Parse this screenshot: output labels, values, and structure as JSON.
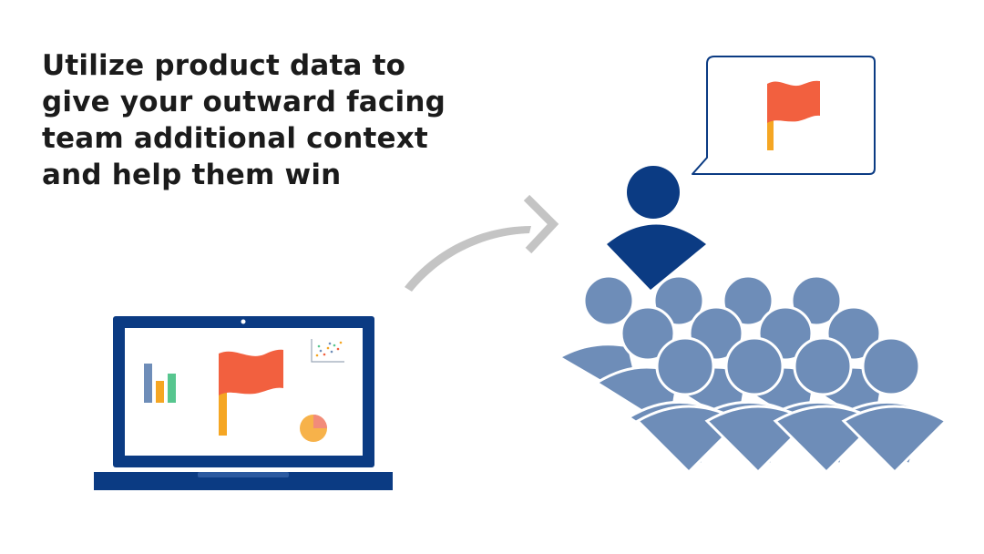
{
  "headline": {
    "lines": [
      "Utilize product data to",
      "give your outward facing",
      "team additional context",
      "and help them win"
    ]
  },
  "colors": {
    "navy": "#0b3b83",
    "audience": "#6e8db8",
    "flag": "#f2603f",
    "pole": "#f5a623",
    "arrow": "#bdbdbd",
    "bar_green": "#57c68f"
  },
  "icons": {
    "laptop": "laptop-icon",
    "flag": "flag-icon",
    "bar_chart": "bar-chart-icon",
    "scatter_plot": "scatter-plot-icon",
    "pie_chart": "pie-chart-icon",
    "arrow": "curved-arrow-icon",
    "speech_bubble": "speech-bubble-icon",
    "presenter": "presenter-icon",
    "audience": "audience-icon"
  }
}
